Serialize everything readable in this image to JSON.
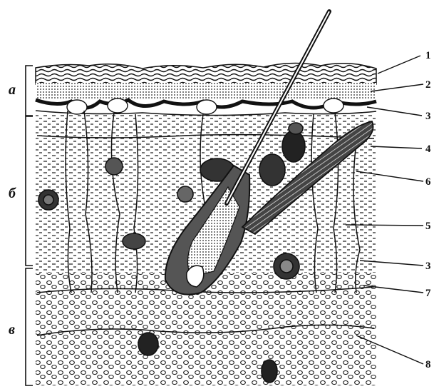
{
  "layer_labels": {
    "epidermis": "а",
    "dermis": "б",
    "hypodermis": "в"
  },
  "callouts": [
    "1",
    "2",
    "3",
    "4",
    "6",
    "5",
    "3",
    "7",
    "8"
  ]
}
